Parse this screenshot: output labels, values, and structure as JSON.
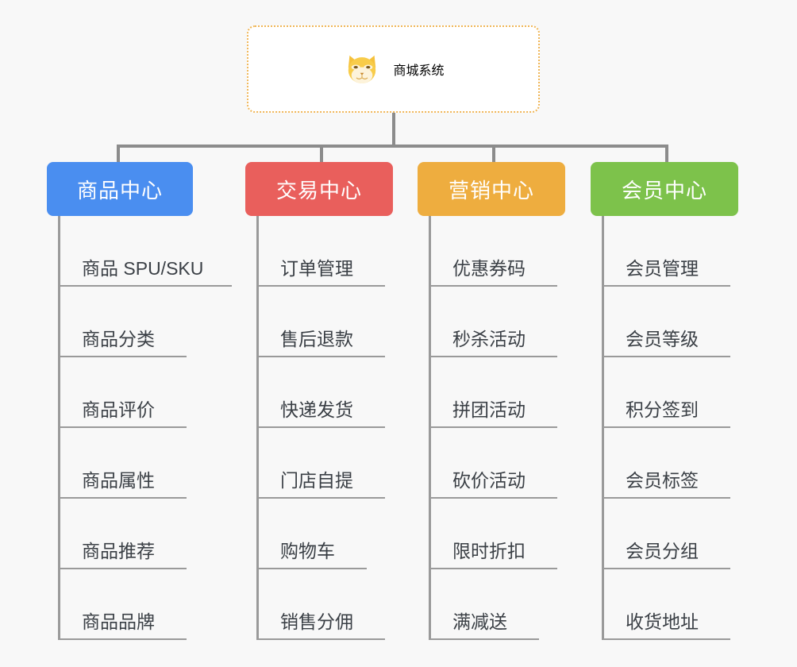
{
  "page": {
    "background_color": "#f8f8f8",
    "line_color": "#9a9a9a"
  },
  "root": {
    "title": "商城系统",
    "icon": "shiba-dog-face-emoji",
    "border_color": "#f0b657",
    "text_color": "#f3b441",
    "background_color": "#ffffff"
  },
  "columns": [
    {
      "label": "商品中心",
      "color": "#4a8ef0",
      "items": [
        "商品 SPU/SKU",
        "商品分类",
        "商品评价",
        "商品属性",
        "商品推荐",
        "商品品牌"
      ]
    },
    {
      "label": "交易中心",
      "color": "#e95f5c",
      "items": [
        "订单管理",
        "售后退款",
        "快递发货",
        "门店自提",
        "购物车",
        "销售分佣"
      ]
    },
    {
      "label": "营销中心",
      "color": "#eead3f",
      "items": [
        "优惠券码",
        "秒杀活动",
        "拼团活动",
        "砍价活动",
        "限时折扣",
        "满减送"
      ]
    },
    {
      "label": "会员中心",
      "color": "#7dc24b",
      "items": [
        "会员管理",
        "会员等级",
        "积分签到",
        "会员标签",
        "会员分组",
        "收货地址"
      ]
    }
  ]
}
